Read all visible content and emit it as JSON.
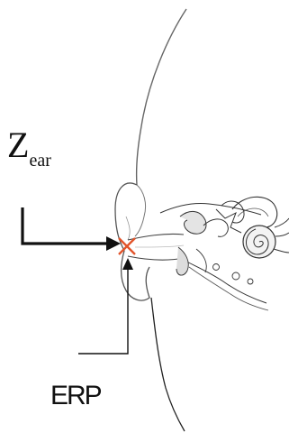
{
  "labels": {
    "impedance_symbol": "Z",
    "impedance_subscript": "ear",
    "reference_point": "ERP"
  },
  "colors": {
    "marker": "#e2542a",
    "arrow": "#111111",
    "outline": "#555555",
    "anatomy": "#333333",
    "fill": "#cfcfcf"
  },
  "icons": {
    "marker": "x-mark-icon",
    "arrow": "arrow-head-icon"
  }
}
